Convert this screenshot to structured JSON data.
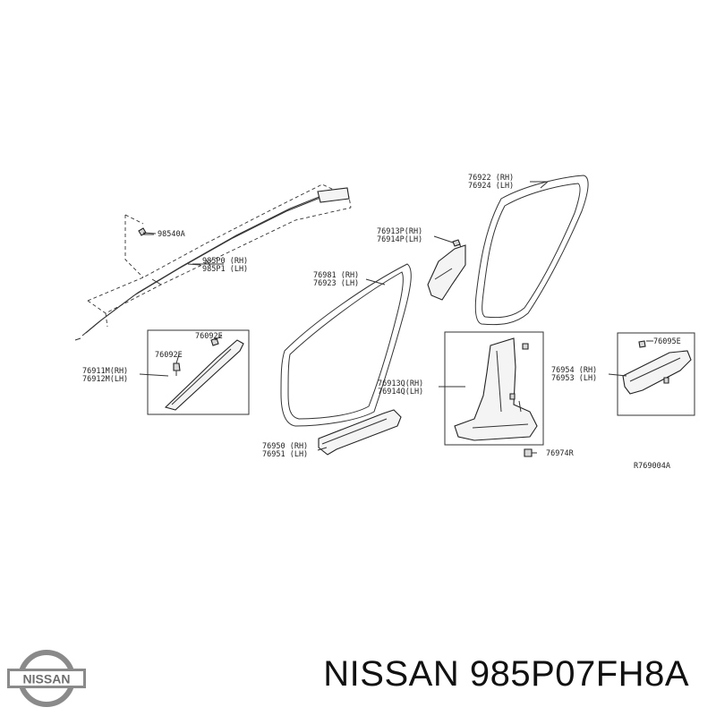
{
  "diagram": {
    "labels": [
      {
        "id": "l1",
        "lines": [
          "98540A"
        ]
      },
      {
        "id": "l2",
        "lines": [
          "985P0 (RH)",
          "985P1 (LH)"
        ]
      },
      {
        "id": "l3",
        "lines": [
          "76922 (RH)",
          "76924 (LH)"
        ]
      },
      {
        "id": "l4",
        "lines": [
          "76913P(RH)",
          "76914P(LH)"
        ]
      },
      {
        "id": "l5",
        "lines": [
          "76981 (RH)",
          "76923 (LH)"
        ]
      },
      {
        "id": "l6",
        "lines": [
          "76092E"
        ]
      },
      {
        "id": "l7",
        "lines": [
          "76092E"
        ]
      },
      {
        "id": "l8",
        "lines": [
          "76911M(RH)",
          "76912M(LH)"
        ]
      },
      {
        "id": "l9",
        "lines": [
          "76913Q(RH)",
          "76914Q(LH)"
        ]
      },
      {
        "id": "l10",
        "lines": [
          "76095E"
        ]
      },
      {
        "id": "l11",
        "lines": [
          "76954 (RH)",
          "76953 (LH)"
        ]
      },
      {
        "id": "l12",
        "lines": [
          "76950 (RH)",
          "76951 (LH)"
        ]
      },
      {
        "id": "l13",
        "lines": [
          "76974R"
        ]
      }
    ],
    "reference_code": "R769004A"
  },
  "brand": {
    "logo_text": "NISSAN",
    "part_title": "NISSAN 985P07FH8A"
  },
  "colors": {
    "line": "#333333",
    "text": "#111111",
    "logo": "#8a8a8a"
  }
}
